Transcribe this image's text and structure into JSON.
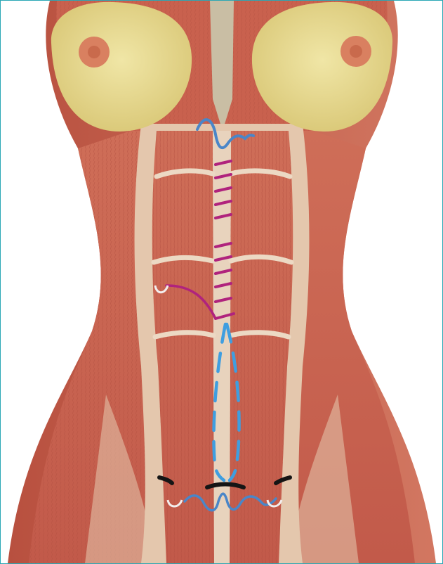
{
  "figure": {
    "frame_color": "#2aa7b5",
    "colors": {
      "skin_light": "#e8c9b0",
      "muscle": "#c9614e",
      "muscle_dark": "#a8443a",
      "fascia": "#e6cfb8",
      "breast": "#e7d98e",
      "nipple": "#d98060",
      "suture_magenta": "#b0237d",
      "suture_blue": "#4a86c8",
      "dashed_blue": "#3f9ee0",
      "marker_black": "#151515",
      "marker_white": "#f2eeee"
    },
    "annotations": [
      "upper-blue-suture-tail",
      "magenta-plication-stitches",
      "magenta-suture-lead",
      "white-loop-left",
      "dashed-blue-lower-plication",
      "black-incision-marks",
      "lower-blue-suture-tails",
      "white-loops-bottom"
    ]
  }
}
